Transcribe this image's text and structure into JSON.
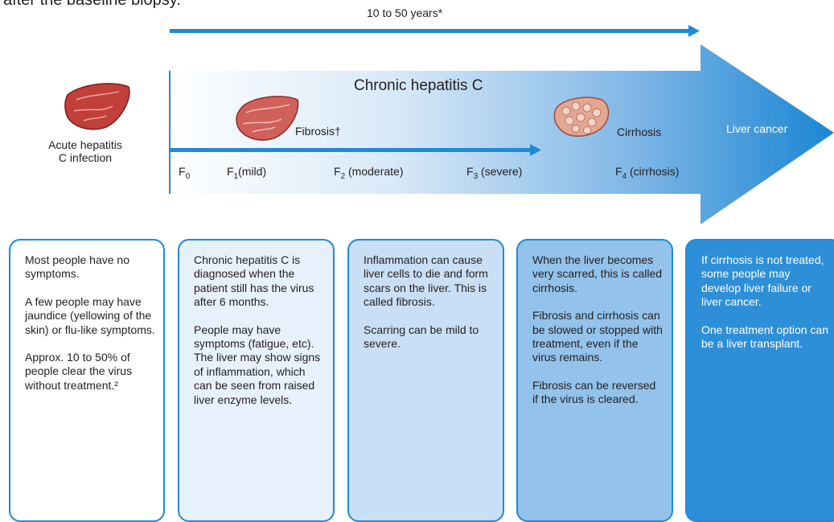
{
  "top_fragment": "after the baseline biopsy.",
  "timeline": {
    "duration_label": "10 to 50 years*"
  },
  "main_arrow": {
    "title": "Chronic hepatitis C"
  },
  "acute": {
    "label": "Acute hepatitis C infection",
    "icon": "liver-icon"
  },
  "milestones": {
    "fibrosis": "Fibrosis†",
    "cirrhosis": "Cirrhosis",
    "liver_cancer": "Liver cancer"
  },
  "stages": [
    {
      "code": "F",
      "sub": "0",
      "desc": ""
    },
    {
      "code": "F",
      "sub": "1",
      "desc": "(mild)"
    },
    {
      "code": "F",
      "sub": "2",
      "desc": " (moderate)"
    },
    {
      "code": "F",
      "sub": "3",
      "desc": " (severe)"
    },
    {
      "code": "F",
      "sub": "4",
      "desc": " (cirrhosis)"
    }
  ],
  "boxes": [
    {
      "paragraphs": [
        "Most people have no symptoms.",
        "A few people may have jaundice (yellowing of the skin) or flu-like symptoms.",
        "Approx. 10 to 50% of people clear the virus without treatment.²"
      ]
    },
    {
      "paragraphs": [
        "Chronic hepatitis C is diagnosed when the patient still has the virus after 6 months.",
        "People may have symptoms (fatigue, etc). The liver may show signs of inflammation, which can be seen from raised liver enzyme levels."
      ]
    },
    {
      "paragraphs": [
        "Inflammation can cause liver cells to die and form scars on the liver. This is called fibrosis.",
        "Scarring can be mild to severe."
      ]
    },
    {
      "paragraphs": [
        "When the liver becomes very scarred, this is called cirrhosis.",
        "Fibrosis and cirrhosis can be slowed or stopped with treatment, even if the virus remains.",
        "Fibrosis can be reversed if the virus is cleared."
      ]
    },
    {
      "paragraphs": [
        "If cirrhosis is not treated, some people may develop liver failure or liver cancer.",
        "One treatment option can be a liver transplant."
      ]
    }
  ],
  "colors": {
    "arrow_blue": "#1f8ad6",
    "gradient_start": "#ffffff",
    "gradient_end": "#1a86d3",
    "liver_red": "#c2403a",
    "cirrhosis_liver": "#e3a793"
  }
}
